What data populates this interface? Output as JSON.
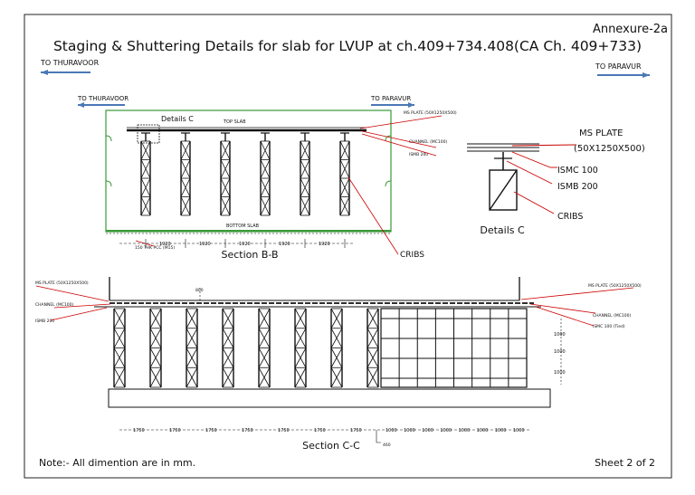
{
  "sheet": {
    "annexure": "Annexure-2a",
    "title": "Staging & Shuttering Details for slab for LVUP at ch.409+734.408(CA Ch. 409+733)",
    "dir_left": "TO THURAVOOR",
    "dir_right": "TO PARAVUR",
    "note": "Note:- All dimention are in mm.",
    "sheet_no": "Sheet 2 of 2"
  },
  "section_bb": {
    "dir_left": "TO THURAVOOR",
    "dir_right": "TO PARAVUR",
    "details_c_tag": "Details C",
    "top_slab": "TOP SLAB",
    "bottom_slab": "BOTTOM SLAB",
    "ms_plate": "MS PLATE (50X1250X500)",
    "channel": "CHANNEL (MC100)",
    "ismb": "ISMB 200",
    "pcc": "150 THK PCC (M15)",
    "cribs": "CRIBS",
    "spacing": "1920",
    "title": "Section B-B"
  },
  "details_c": {
    "ms_plate_1": "MS PLATE",
    "ms_plate_2": "(50X1250X500)",
    "ismc": "ISMC 100",
    "ismb": "ISMB 200",
    "cribs": "CRIBS",
    "title": "Details C"
  },
  "section_cc": {
    "ms_plate_l": "MS PLATE (50X1250X500)",
    "channel_l": "CHANNEL (MC100)",
    "ismb_l": "ISMB 200",
    "ms_plate_r": "MS PLATE (50X1250X500)",
    "channel_r": "CHANNEL (MC100)",
    "ismc_r": "ISMC 100 (Tied)",
    "top_dim": "800",
    "v_dim": "1000",
    "spacing_a": "1750",
    "spacing_b": "1000",
    "end_dim": "460",
    "title": "Section C-C"
  }
}
